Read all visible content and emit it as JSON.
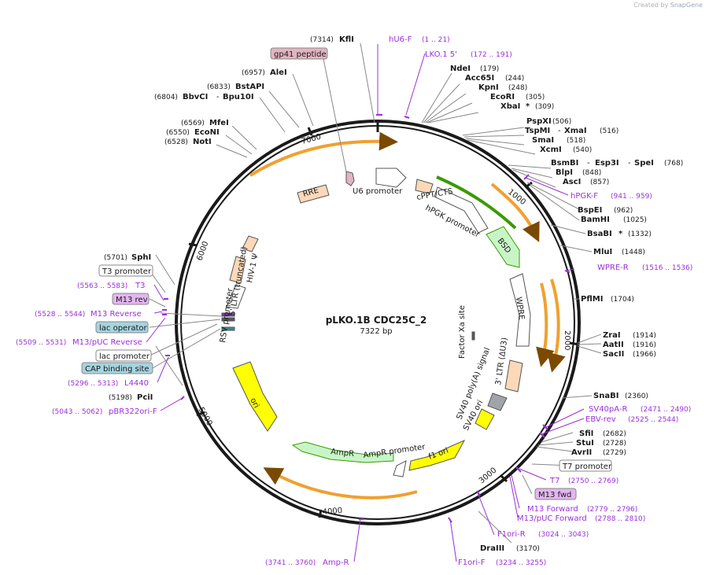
{
  "credit": {
    "prefix": "Created by",
    "brand": "SnapGene"
  },
  "plasmid": {
    "name": "pLKO.1B CDC25C_2",
    "length": 7322,
    "size_text": "7322 bp"
  },
  "ticks": [
    "1000",
    "2000",
    "3000",
    "4000",
    "5000",
    "6000",
    "7000"
  ],
  "enzymes": [
    {
      "name": "KflI",
      "pos": "(7314)"
    },
    {
      "name": "AleI",
      "pos": "(6957)"
    },
    {
      "name": "BstAPI",
      "pos": "(6833)"
    },
    {
      "name": "BbvCI",
      "pos": "(6804)",
      "extra": "Bpu10I"
    },
    {
      "name": "MfeI",
      "pos": "(6569)"
    },
    {
      "name": "EcoNI",
      "pos": "(6550)"
    },
    {
      "name": "NotI",
      "pos": "(6528)"
    },
    {
      "name": "NdeI",
      "pos": "(179)"
    },
    {
      "name": "Acc65I",
      "pos": "(244)"
    },
    {
      "name": "KpnI",
      "pos": "(248)"
    },
    {
      "name": "EcoRI",
      "pos": "(305)"
    },
    {
      "name": "XbaI",
      "mark": "*",
      "pos": "(309)"
    },
    {
      "name": "PspXI",
      "pos": "(506)"
    },
    {
      "name": "TspMI",
      "extra": "XmaI",
      "pos": "(516)"
    },
    {
      "name": "SmaI",
      "pos": "(518)"
    },
    {
      "name": "XcmI",
      "pos": "(540)"
    },
    {
      "name": "BsmBI",
      "extra": "Esp3I",
      "extra2": "SpeI",
      "pos": "(768)"
    },
    {
      "name": "BlpI",
      "pos": "(848)"
    },
    {
      "name": "AscI",
      "pos": "(857)"
    },
    {
      "name": "BspEI",
      "pos": "(962)"
    },
    {
      "name": "BamHI",
      "pos": "(1025)"
    },
    {
      "name": "BsaBI",
      "mark": "*",
      "pos": "(1332)"
    },
    {
      "name": "MluI",
      "pos": "(1448)"
    },
    {
      "name": "PflMI",
      "pos": "(1704)"
    },
    {
      "name": "ZraI",
      "pos": "(1914)"
    },
    {
      "name": "AatII",
      "pos": "(1916)"
    },
    {
      "name": "SacII",
      "pos": "(1966)"
    },
    {
      "name": "SnaBI",
      "pos": "(2360)"
    },
    {
      "name": "SfiI",
      "pos": "(2682)"
    },
    {
      "name": "StuI",
      "pos": "(2728)"
    },
    {
      "name": "AvrII",
      "pos": "(2729)"
    },
    {
      "name": "DraIII",
      "pos": "(3170)"
    },
    {
      "name": "SphI",
      "pos": "(5701)"
    },
    {
      "name": "PciI",
      "pos": "(5198)"
    }
  ],
  "primers": [
    {
      "name": "hU6-F",
      "range": "(1 .. 21)"
    },
    {
      "name": "LKO.1 5'",
      "range": "(172 .. 191)"
    },
    {
      "name": "hPGK-F",
      "range": "(941 .. 959)"
    },
    {
      "name": "WPRE-R",
      "range": "(1516 .. 1536)"
    },
    {
      "name": "SV40pA-R",
      "range": "(2471 .. 2490)"
    },
    {
      "name": "EBV-rev",
      "range": "(2525 .. 2544)"
    },
    {
      "name": "T7",
      "range": "(2750 .. 2769)"
    },
    {
      "name": "M13 Forward",
      "range": "(2779 .. 2796)"
    },
    {
      "name": "M13/pUC Forward",
      "range": "(2788 .. 2810)"
    },
    {
      "name": "F1ori-R",
      "range": "(3024 .. 3043)"
    },
    {
      "name": "F1ori-F",
      "range": "(3234 .. 3255)"
    },
    {
      "name": "Amp-R",
      "range": "(3741 .. 3760)"
    },
    {
      "name": "pBR322ori-F",
      "range": "(5043 .. 5062)"
    },
    {
      "name": "L4440",
      "range": "(5296 .. 5313)"
    },
    {
      "name": "M13/pUC Reverse",
      "range": "(5509 .. 5531)"
    },
    {
      "name": "M13 Reverse",
      "range": "(5528 .. 5544)"
    },
    {
      "name": "T3",
      "range": "(5563 .. 5583)"
    }
  ],
  "boxed_labels": [
    {
      "name": "gp41 peptide",
      "kind": "pink"
    },
    {
      "name": "T7 promoter",
      "kind": "white"
    },
    {
      "name": "M13 fwd",
      "kind": "violet"
    },
    {
      "name": "T3 promoter",
      "kind": "white"
    },
    {
      "name": "M13 rev",
      "kind": "violet"
    },
    {
      "name": "lac operator",
      "kind": "teal"
    },
    {
      "name": "lac promoter",
      "kind": "white"
    },
    {
      "name": "CAP binding site",
      "kind": "teal"
    }
  ],
  "features": [
    {
      "name": "RRE"
    },
    {
      "name": "U6 promoter"
    },
    {
      "name": "cPPT/CTS"
    },
    {
      "name": "hPGK promoter"
    },
    {
      "name": "BSD"
    },
    {
      "name": "WPRE"
    },
    {
      "name": "Factor Xa site"
    },
    {
      "name": "3' LTR (ΔU3)"
    },
    {
      "name": "SV40 poly(A) signal"
    },
    {
      "name": "SV40 ori"
    },
    {
      "name": "f1 ori"
    },
    {
      "name": "AmpR promoter"
    },
    {
      "name": "AmpR"
    },
    {
      "name": "ori"
    },
    {
      "name": "RSV promoter"
    },
    {
      "name": "5' LTR (truncated)"
    },
    {
      "name": "HIV-1 Ψ"
    }
  ],
  "colors": {
    "backbone": "#1a1a1a",
    "primer": "#9b30d9",
    "orf": "#f0a030",
    "orf_outline": "#b06a00",
    "promoter_fill": "#ffffff",
    "marker_fill": "#c8f5c8",
    "marker_outline": "#3a9a00",
    "origin": "#ffff00",
    "ltr": "#fbd9b8",
    "grey_feature": "#a0a4aa",
    "gp41": "#e2b4c2",
    "teal_box": "#a6d4e0",
    "violet_box": "#e3b6f0"
  }
}
